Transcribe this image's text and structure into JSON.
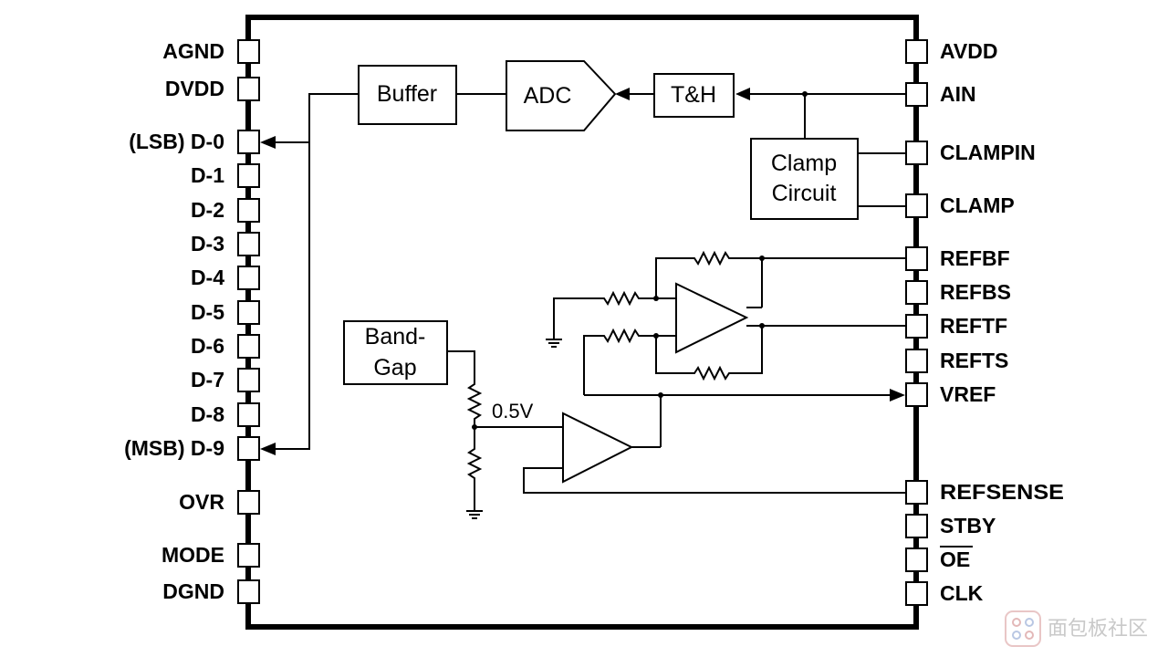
{
  "left_pins": [
    "AGND",
    "DVDD",
    "(LSB) D-0",
    "D-1",
    "D-2",
    "D-3",
    "D-4",
    "D-5",
    "D-6",
    "D-7",
    "D-8",
    "(MSB) D-9",
    "OVR",
    "MODE",
    "DGND"
  ],
  "right_pins": [
    "AVDD",
    "AIN",
    "CLAMPIN",
    "CLAMP",
    "REFBF",
    "REFBS",
    "REFTF",
    "REFTS",
    "VREF",
    "REFSENSE",
    "STBY",
    "OE",
    "CLK"
  ],
  "blocks": {
    "buffer": "Buffer",
    "adc": "ADC",
    "track_hold": "T&H",
    "clamp_line1": "Clamp",
    "clamp_line2": "Circuit",
    "bandgap_line1": "Band-",
    "bandgap_line2": "Gap"
  },
  "voltage_label": "0.5V",
  "watermark": "面包板社区"
}
